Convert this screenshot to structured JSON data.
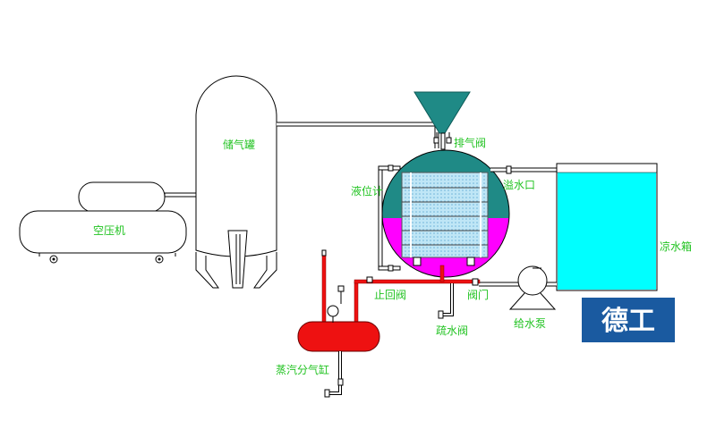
{
  "labels": {
    "air_compressor": "空压机",
    "air_tank": "储气罐",
    "exhaust_valve": "排气阀",
    "level_gauge": "液位计",
    "overflow_port": "溢水口",
    "cooling_tank": "凉水箱",
    "check_valve": "止回阀",
    "valve": "阀门",
    "drain_valve": "疏水阀",
    "feed_pump": "给水泵",
    "steam_header": "蒸汽分气缸"
  },
  "logo": {
    "text": "德工"
  },
  "colors": {
    "teal": "#1f8a86",
    "magenta": "#ff00ff",
    "cyan": "#00ffff",
    "red_pipe": "#ee1111",
    "label_green": "#22c322",
    "logo_blue": "#1a5aa0"
  }
}
